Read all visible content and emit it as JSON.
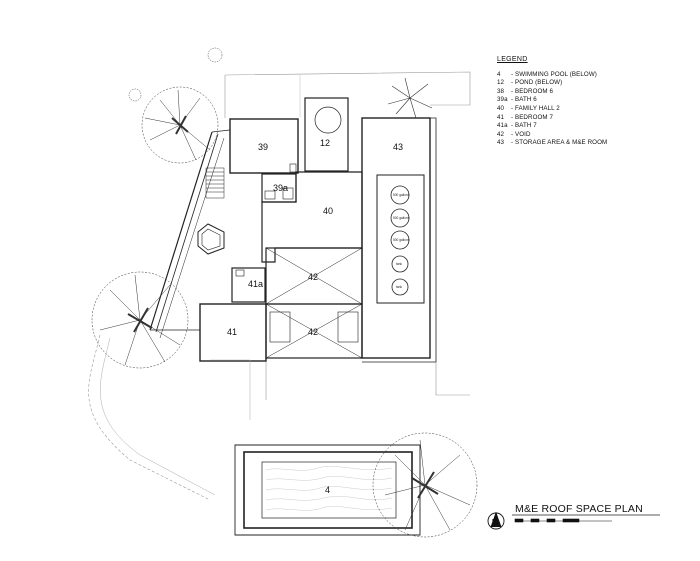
{
  "legend": {
    "title": "LEGEND",
    "items": [
      {
        "num": "4",
        "text": "- SWIMMING POOL (BELOW)"
      },
      {
        "num": "12",
        "text": "- POND (BELOW)"
      },
      {
        "num": "38",
        "text": "- BEDROOM 6"
      },
      {
        "num": "39a",
        "text": "- BATH 6"
      },
      {
        "num": "40",
        "text": "- FAMILY HALL 2"
      },
      {
        "num": "41",
        "text": "- BEDROOM 7"
      },
      {
        "num": "41a",
        "text": "- BATH 7"
      },
      {
        "num": "42",
        "text": "- VOID"
      },
      {
        "num": "43",
        "text": "- STORAGE AREA & M&E ROOM"
      }
    ]
  },
  "plan_title": "M&E ROOF SPACE PLAN",
  "rooms": {
    "r39": "39",
    "r12": "12",
    "r43": "43",
    "r39a": "39a",
    "r40": "40",
    "r41a": "41a",
    "r42a": "42",
    "r41": "41",
    "r42b": "42",
    "r4": "4"
  },
  "tanks": [
    "500 gallons",
    "500 gallons",
    "500 gallons",
    "tank",
    "tank"
  ],
  "compass": "N",
  "colors": {
    "line": "#222222",
    "light": "#9a9a9a"
  }
}
